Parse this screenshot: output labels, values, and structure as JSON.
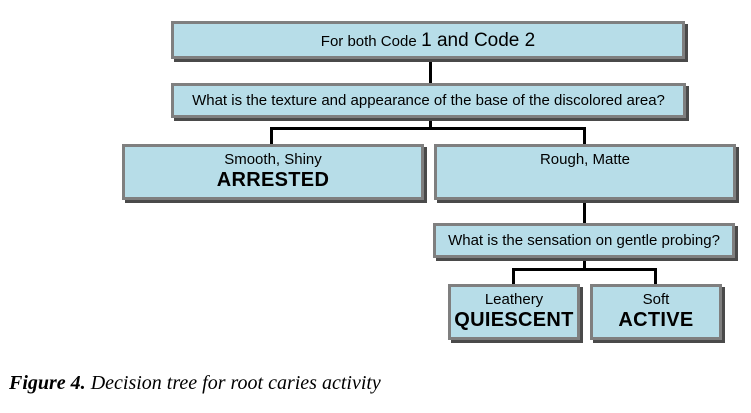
{
  "tree": {
    "root": {
      "prefix": "For both Code",
      "suffix": "1 and Code 2"
    },
    "question1": "What is the texture and appearance of the base of the discolored area?",
    "branch_left": {
      "label": "Smooth, Shiny",
      "result": "ARRESTED"
    },
    "branch_right": {
      "label": "Rough, Matte"
    },
    "question2": "What is the sensation on gentle probing?",
    "leaf_left": {
      "label": "Leathery",
      "result": "QUIESCENT"
    },
    "leaf_right": {
      "label": "Soft",
      "result": "ACTIVE"
    }
  },
  "caption": {
    "label": "Figure 4.",
    "text": "Decision tree for root caries activity"
  },
  "colors": {
    "box_fill": "#b7dde8",
    "box_border": "#7f7f7f",
    "shadow": "#4a4a4a"
  }
}
